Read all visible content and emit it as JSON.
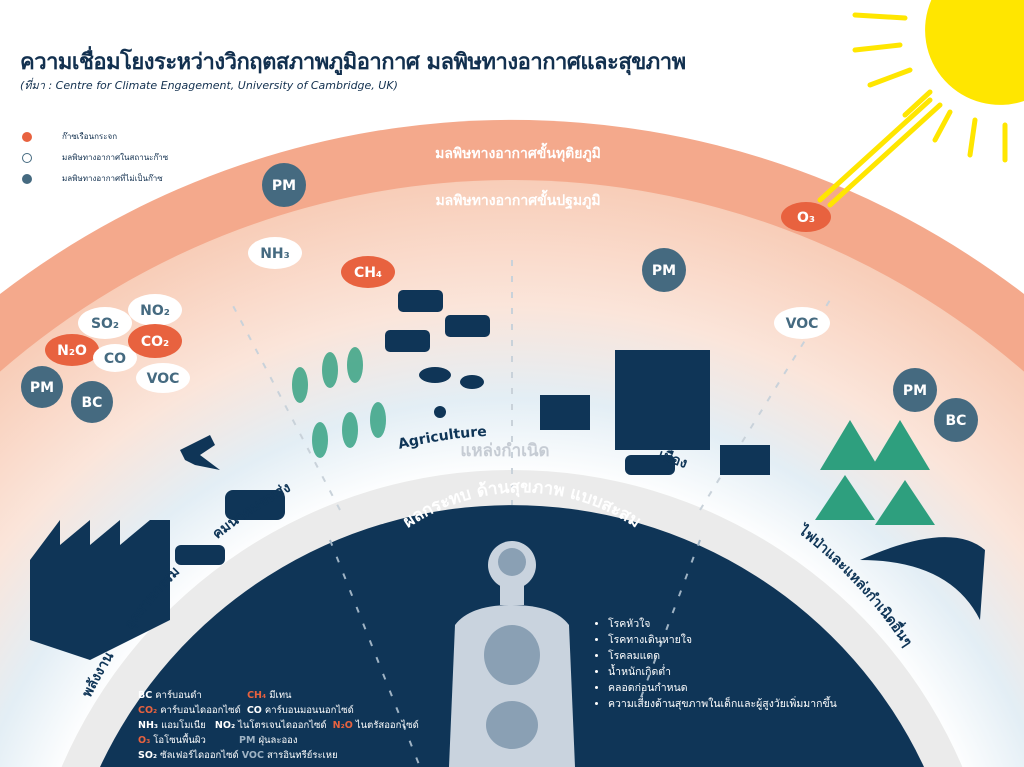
{
  "title": "ความเชื่อมโยงระหว่างวิกฤตสภาพภูมิอากาศ มลพิษทางอากาศและสุขภาพ",
  "source": "(ที่มา : Centre for Climate Engagement, University of Cambridge, UK)",
  "legend": [
    {
      "label": "ก๊าซเรือนกระจก",
      "color": "#e8623f"
    },
    {
      "label": "มลพิษทางอากาศในสถานะก๊าซ",
      "color": "#ffffff"
    },
    {
      "label": "มลพิษทางอากาศที่ไม่เป็นก๊าซ",
      "color": "#456a80"
    }
  ],
  "layers": {
    "secondary": "มลพิษทางอากาศขั้นทุติยภูมิ",
    "primary": "มลพิษทางอากาศขั้นปฐมภูมิ"
  },
  "sources_title": "แหล่งกำเนิด",
  "sources": [
    "พลังงาน",
    "อุตสาหกรรม",
    "คมนาคมขนส่ง",
    "Agriculture",
    "เมือง",
    "ไฟป่าและแหล่งกำเนิดอื่นๆ"
  ],
  "impact_title": "ผลกระทบ ด้านสุขภาพ แบบสะสม",
  "pollutants": {
    "pm": "PM",
    "bc": "BC",
    "nh3": "NH₃",
    "ch4": "CH₄",
    "so2": "SO₂",
    "no2": "NO₂",
    "n2o": "N₂O",
    "co2": "CO₂",
    "co": "CO",
    "voc": "VOC",
    "o3": "O₃"
  },
  "glossary": [
    {
      "code": "BC",
      "name": "คาร์บอนดำ"
    },
    {
      "code": "CH₄",
      "name": "มีเทน"
    },
    {
      "code": "CO₂",
      "name": "คาร์บอนไดออกไซด์"
    },
    {
      "code": "CO",
      "name": "คาร์บอนมอนนอกไซด์"
    },
    {
      "code": "NH₃",
      "name": "แอมโมเนีย"
    },
    {
      "code": "NO₂",
      "name": "ไนโตรเจนไดออกไซด์"
    },
    {
      "code": "N₂O",
      "name": "ไนตรัสออกไซด์"
    },
    {
      "code": "O₃",
      "name": "โอโซนพื้นผิว"
    },
    {
      "code": "PM",
      "name": "ฝุ่นละออง"
    },
    {
      "code": "SO₂",
      "name": "ซัลเฟอร์ไดออกไซด์"
    },
    {
      "code": "VOC",
      "name": "สารอินทรีย์ระเหย"
    }
  ],
  "diseases": [
    "โรคหัวใจ",
    "โรคทางเดินหายใจ",
    "โรคลมแดด",
    "น้ำหนักเกิดต่ำ",
    "คลอดก่อนกำหนด",
    "ความเสี่ยงด้านสุขภาพในเด็กและผู้สูงวัยเพิ่มมากขึ้น"
  ],
  "colors": {
    "navy": "#0f3557",
    "salmon": "#f4a98c",
    "orange": "#e8623f",
    "slate": "#456a80",
    "sun": "#ffe600"
  }
}
